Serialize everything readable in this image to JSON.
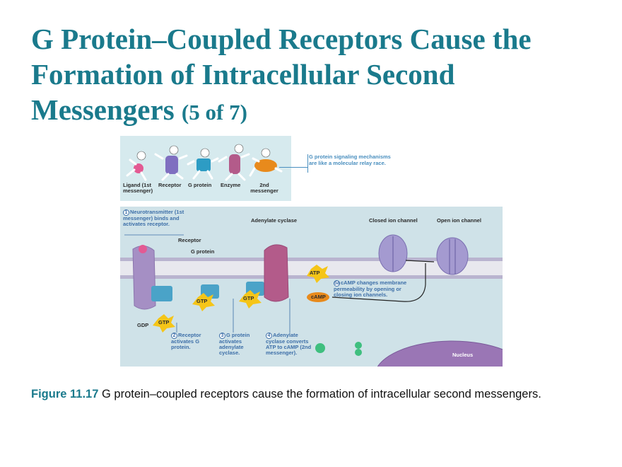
{
  "title": {
    "main": "G Protein–Coupled Receptors Cause the Formation of Intracellular Second Messengers",
    "part": "(5 of 7)"
  },
  "relay": {
    "labels": [
      "Ligand (1st messenger)",
      "Receptor",
      "G protein",
      "Enzyme",
      "2nd messenger"
    ],
    "note": "G protein signaling mechanisms are like a molecular relay race."
  },
  "diagram": {
    "step1": "Neurotransmitter (1st messenger) binds and activates receptor.",
    "adenylate_cyclase": "Adenylate cyclase",
    "closed_channel": "Closed ion channel",
    "open_channel": "Open ion channel",
    "receptor": "Receptor",
    "g_protein": "G protein",
    "atp": "ATP",
    "camp": "cAMP",
    "gtp": "GTP",
    "gdp": "GDP",
    "step5a_num": "5a",
    "step5a": "cAMP changes membrane permeability by opening or closing ion channels.",
    "step2": "Receptor activates G protein.",
    "step3": "G protein activates adenylate cyclase.",
    "step4": "Adenylate cyclase converts ATP to cAMP (2nd messenger).",
    "nucleus": "Nucleus"
  },
  "caption": {
    "figure_label": "Figure 11.17",
    "text": " G protein–coupled receptors cause the formation of intracellular second messengers."
  },
  "colors": {
    "title": "#1a7a8c",
    "receptor": "#a58fc4",
    "g_protein": "#4aa3c8",
    "enzyme": "#b35b8a",
    "gtp": "#f5c518",
    "camp": "#e88a1c",
    "step_text": "#3d6fa8"
  }
}
